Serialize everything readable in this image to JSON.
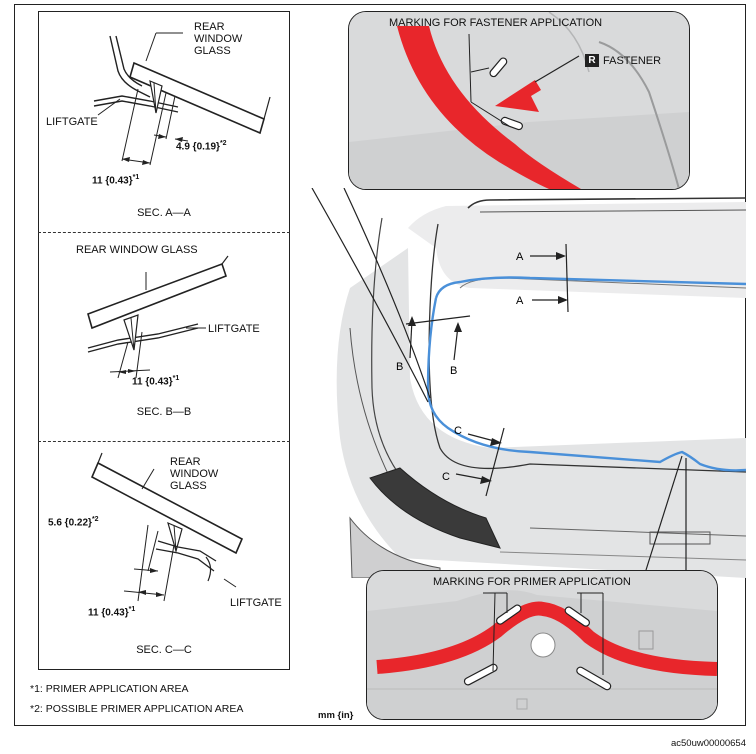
{
  "section_a": {
    "glass_label": "REAR\nWINDOW\nGLASS",
    "liftgate_label": "LIFTGATE",
    "dim_1": "4.9 {0.19}",
    "dim_1_note": "*2",
    "dim_2": "11 {0.43}",
    "dim_2_note": "*1",
    "title": "SEC. A—A"
  },
  "section_b": {
    "glass_label": "REAR WINDOW GLASS",
    "liftgate_label": "LIFTGATE",
    "dim_1": "11 {0.43}",
    "dim_1_note": "*1",
    "title": "SEC. B—B"
  },
  "section_c": {
    "glass_label": "REAR\nWINDOW\nGLASS",
    "liftgate_label": "LIFTGATE",
    "dim_1": "5.6 {0.22}",
    "dim_1_note": "*2",
    "dim_2": "11 {0.43}",
    "dim_2_note": "*1",
    "title": "SEC. C—C"
  },
  "callout_fastener": {
    "heading": "MARKING FOR FASTENER APPLICATION",
    "badge": "R",
    "label": "FASTENER"
  },
  "callout_primer": {
    "heading": "MARKING FOR PRIMER APPLICATION"
  },
  "section_marks": {
    "a_top": "A",
    "a_bottom": "A",
    "b_left": "B",
    "b_right": "B",
    "c_top": "C",
    "c_bottom": "C"
  },
  "footnotes": {
    "note_1": "*1: PRIMER APPLICATION AREA",
    "note_2": "*2: POSSIBLE PRIMER APPLICATION AREA"
  },
  "units": "mm {in}",
  "figure_code": "ac50uw00000654",
  "colors": {
    "adhesive": "#e8262b",
    "marking_line": "#4a90d9",
    "panel_gray": "#d9dadb",
    "outline": "#222222"
  }
}
